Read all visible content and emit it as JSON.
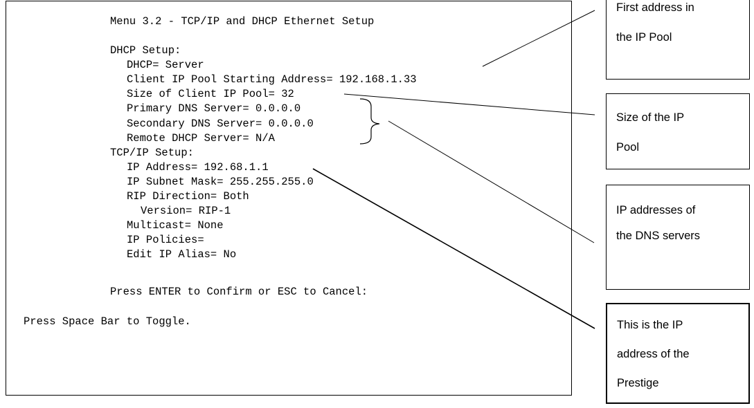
{
  "terminal": {
    "menu_title": "Menu 3.2 - TCP/IP and DHCP Ethernet Setup",
    "dhcp_setup_heading": "DHCP Setup:",
    "dhcp": "DHCP= Server",
    "client_pool_start": "Client IP Pool Starting Address= 192.168.1.33",
    "client_pool_size": "Size of Client IP Pool= 32",
    "primary_dns": "Primary DNS Server= 0.0.0.0",
    "secondary_dns": "Secondary DNS Server= 0.0.0.0",
    "remote_dhcp": "Remote DHCP Server= N/A",
    "tcpip_setup_heading": "TCP/IP Setup:",
    "ip_address": "IP Address= 192.68.1.1",
    "subnet_mask": "IP Subnet Mask= 255.255.255.0",
    "rip_direction": "RIP Direction= Both",
    "rip_version": "Version= RIP-1",
    "multicast": "Multicast= None",
    "ip_policies": "IP Policies=",
    "edit_ip_alias": "Edit IP Alias= No",
    "confirm_prompt": "Press ENTER to Confirm or ESC to Cancel:",
    "toggle_hint": "Press Space Bar to Toggle."
  },
  "callouts": {
    "pool_start": {
      "line1": "First address in",
      "line2": "the IP Pool"
    },
    "pool_size": {
      "line1": "Size of the IP",
      "line2": "Pool"
    },
    "dns_servers": {
      "line1": "IP addresses of",
      "line2": "the DNS servers"
    },
    "prestige_ip": {
      "line1": "This is the IP",
      "line2": "address of the",
      "line3": "Prestige"
    }
  }
}
